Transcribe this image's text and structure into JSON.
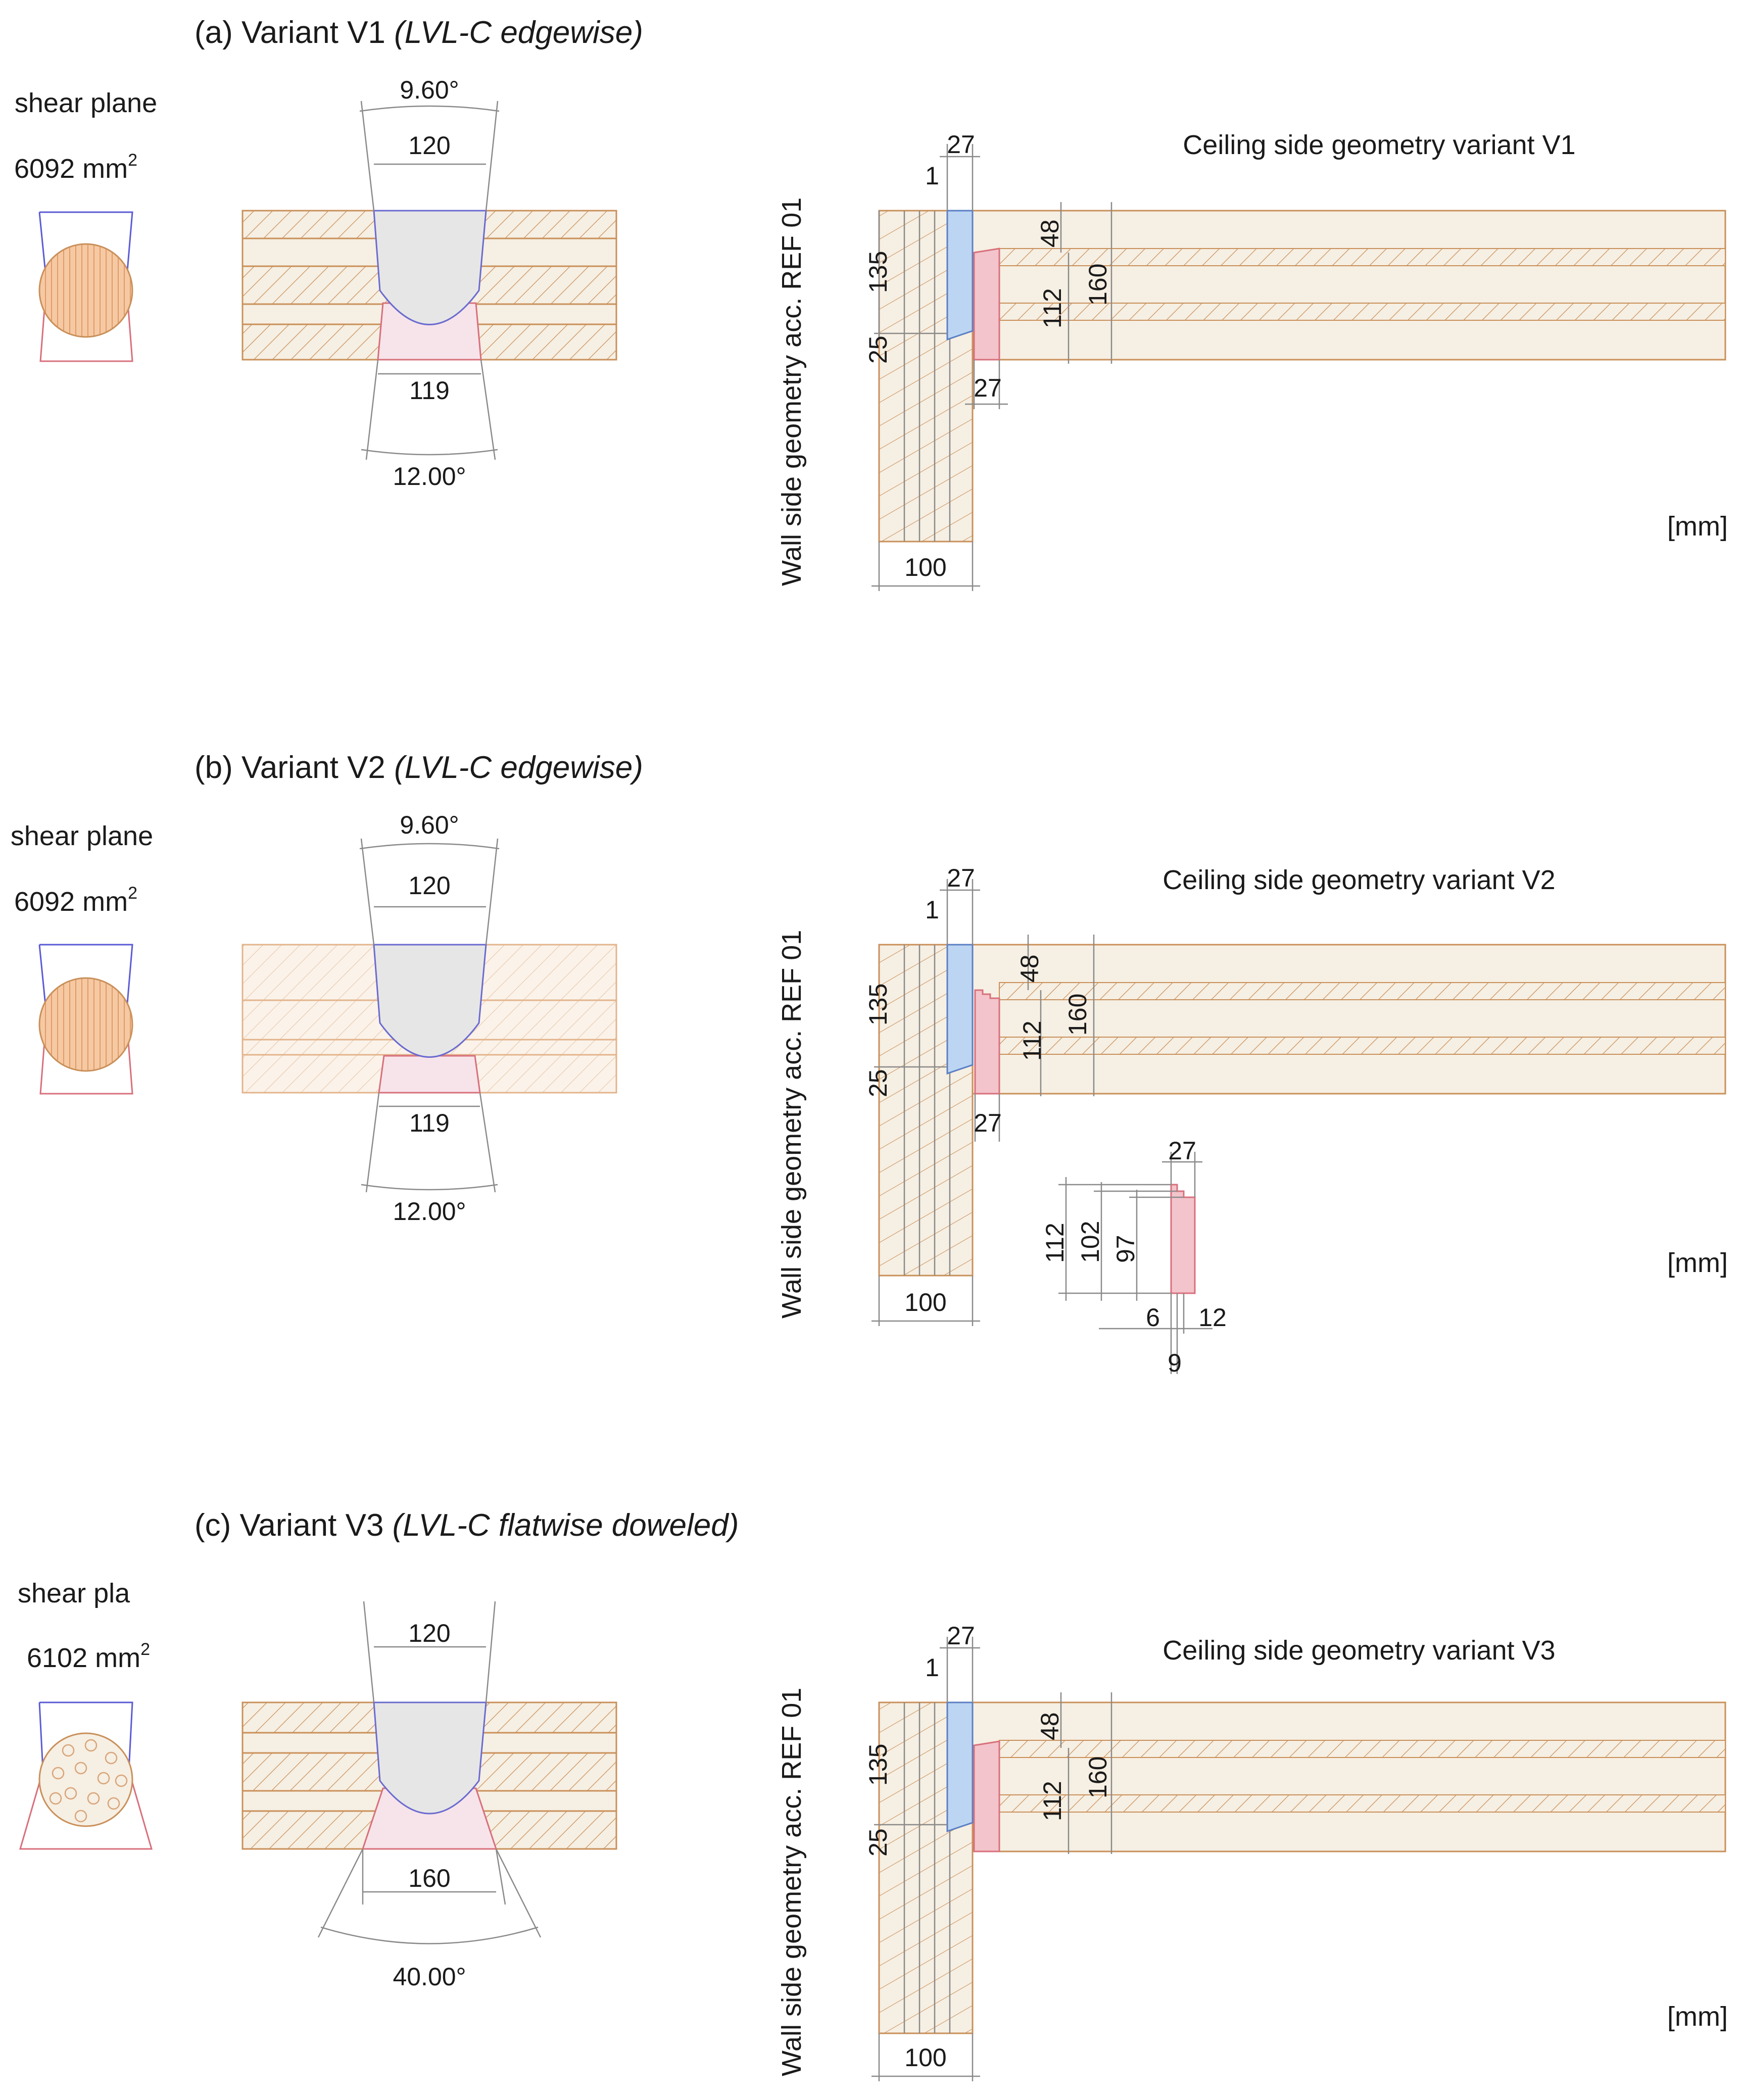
{
  "panels": [
    {
      "title_prefix": "(a)  Variant V1 ",
      "title_italic": "(LVL-C edgewise)",
      "shear_label": "shear plane",
      "shear_area": "6092 mm",
      "shear_sup": "2",
      "angle_top": "9.60°",
      "width_top": "120",
      "width_bottom": "119",
      "angle_bottom": "12.00°",
      "ceiling_label": "Ceiling side geometry variant V1",
      "wall_label": "Wall side geometry acc. REF 01",
      "unit": "[mm]",
      "dims": {
        "d27a": "27",
        "d1": "1",
        "d135": "135",
        "d25": "25",
        "d48": "48",
        "d112": "112",
        "d160": "160",
        "d27b": "27",
        "d100": "100"
      }
    },
    {
      "title_prefix": "(b)  Variant V2 ",
      "title_italic": "(LVL-C edgewise)",
      "shear_label": "shear plane",
      "shear_area": "6092 mm",
      "shear_sup": "2",
      "angle_top": "9.60°",
      "width_top": "120",
      "width_bottom": "119",
      "angle_bottom": "12.00°",
      "ceiling_label": "Ceiling side geometry variant V2",
      "wall_label": "Wall side geometry acc. REF 01",
      "unit": "[mm]",
      "dims": {
        "d27a": "27",
        "d1": "1",
        "d135": "135",
        "d25": "25",
        "d48": "48",
        "d112": "112",
        "d160": "160",
        "d27b": "27",
        "d100": "100"
      },
      "detail": {
        "d27": "27",
        "d112": "112",
        "d102": "102",
        "d97": "97",
        "d6": "6",
        "d12": "12",
        "d9": "9"
      }
    },
    {
      "title_prefix": "(c)  Variant V3 ",
      "title_italic": "(LVL-C flatwise doweled)",
      "shear_label": "shear pla",
      "shear_area": "6102 mm",
      "shear_sup": "2",
      "width_top": "120",
      "width_bottom": "160",
      "angle_bottom": "40.00°",
      "ceiling_label": "Ceiling side geometry variant V3",
      "wall_label": "Wall side geometry acc. REF 01",
      "unit": "[mm]",
      "dims": {
        "d27a": "27",
        "d1": "1",
        "d135": "135",
        "d25": "25",
        "d48": "48",
        "d112": "112",
        "d160": "160",
        "d100": "100"
      }
    }
  ],
  "colors": {
    "wood": "#f6efe3",
    "lamella_line": "#c9905a",
    "blue_part": "#bcd5f2",
    "pink_part": "#f3c4cb",
    "connector_grey": "#e6e6e6"
  }
}
